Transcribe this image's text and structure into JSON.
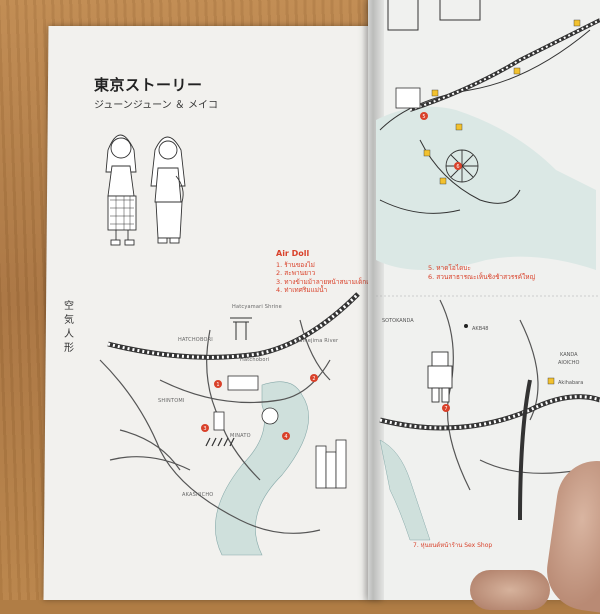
{
  "left_page": {
    "title": "東京ストーリー",
    "subtitle": "ジューンジューン ＆ メイコ",
    "vertical_title": [
      "空",
      "気",
      "人",
      "形"
    ],
    "legend_title": "Air Doll",
    "legend_items": [
      "1. ร้านของไม่",
      "2. สะพานยาว",
      "3. ทางข้ามม้าลายหน้าสนามเด็กเล่น",
      "4. ท่าเทศริมแม่น้ำ"
    ],
    "map_labels": {
      "hatchobori": "HATCHOBORI",
      "shrine": "Hatcyamari Shrine",
      "kamejima": "Kamejima River",
      "station": "Hatchobori",
      "shintomi": "SHINTOMI",
      "minato": "MINATO",
      "akashicho": "AKASHICHO"
    },
    "markers": [
      "1",
      "2",
      "3",
      "4"
    ]
  },
  "right_page": {
    "legend_items": [
      "5. หาดโอไดบะ",
      "6. สวนสาธารณะเห็นชิงช้าสวรรค์ใหญ่"
    ],
    "map_labels": {
      "sotokanda": "SOTOKANDA",
      "akb48": "AKB48",
      "kanda": "KANDA",
      "aioicho": "AIOICHO",
      "akihabara": "Akihabara"
    },
    "markers": [
      "5",
      "6",
      "7"
    ],
    "caption": "7. หุ่นยนต์หน้าร้าน Sex Shop"
  },
  "colors": {
    "accent_red": "#d9412a",
    "marker_yellow": "#f2c12e",
    "river_teal": "#cfe0dc",
    "line_dark": "#333333"
  }
}
